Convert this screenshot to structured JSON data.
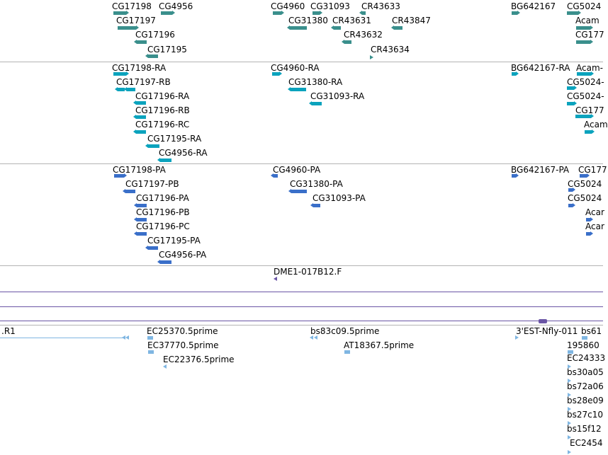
{
  "colors": {
    "gene": "#3a8f8c",
    "transcript": "#0ba3bd",
    "protein": "#3a6fc9",
    "est_line": "#6a55a5",
    "est": "#7fb6e2"
  },
  "tracks": {
    "genes": [
      "CG17198",
      "CG4956",
      "CG4960",
      "CG31093",
      "CR43633",
      "BG642167",
      "CG5024",
      "CG17197",
      "CG31380",
      "CR43631",
      "CR43847",
      "Acam",
      "CG17196",
      "CR43632",
      "CG177",
      "CG17195",
      "CR43634"
    ],
    "transcripts": [
      "CG17198-RA",
      "CG4960-RA",
      "BG642167-RA",
      "Acam-",
      "CG17197-RB",
      "CG31380-RA",
      "CG5024-",
      "CG17196-RA",
      "CG31093-RA",
      "CG5024-",
      "CG17196-RB",
      "CG177",
      "CG17196-RC",
      "Acam",
      "CG17195-RA",
      "CG4956-RA"
    ],
    "proteins": [
      "CG17198-PA",
      "CG4960-PA",
      "BG642167-PA",
      "CG177",
      "CG17197-PB",
      "CG31380-PA",
      "CG5024",
      "CG17196-PA",
      "CG31093-PA",
      "CG5024",
      "CG17196-PB",
      "Acar",
      "CG17196-PC",
      "Acar",
      "CG17195-PA",
      "CG4956-PA"
    ],
    "clone": "DME1-017B12.F",
    "ests": [
      ".R1",
      "EC25370.5prime",
      "bs83c09.5prime",
      "3'EST-Nfly-011",
      "bs61",
      "EC37770.5prime",
      "AT18367.5prime",
      "195860",
      "EC22376.5prime",
      "EC24333",
      "bs30a05",
      "bs72a06",
      "bs28e09",
      "bs27c10",
      "bs15f12",
      "EC2454"
    ]
  }
}
